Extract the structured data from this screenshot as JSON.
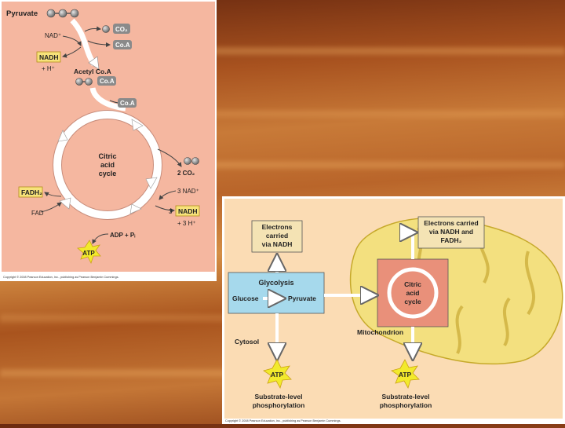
{
  "panel1": {
    "pyruvate": "Pyruvate",
    "nad_plus": "NAD⁺",
    "co2_top": "CO₂",
    "coa_1": "Co.A",
    "nadh_top": "NADH",
    "h_plus_top": "+ H⁺",
    "acetyl_coa": "Acetyl Co.A",
    "coa_2": "Co.A",
    "coa_3": "Co.A",
    "cycle_label": [
      "Citric",
      "acid",
      "cycle"
    ],
    "two_co2": "2 CO₂",
    "fadh2": "FADH₂",
    "three_nad": "3 NAD⁺",
    "fad": "FAD",
    "three": "3",
    "nadh_bottom": "NADH",
    "three_h": "+ 3 H⁺",
    "adp_pi": "ADP + Pᵢ",
    "atp": "ATP",
    "copyright": "Copyright © 2008 Pearson Education, Inc., publishing as Pearson Benjamin Cummings."
  },
  "panel2": {
    "electrons_nadh": [
      "Electrons",
      "carried",
      "via NADH"
    ],
    "electrons_nadh_fadh2": [
      "Electrons carried",
      "via NADH and",
      "FADH₂"
    ],
    "glycolysis": "Glycolysis",
    "glucose": "Glucose",
    "pyruvate": "Pyruvate",
    "cycle_label": [
      "Citric",
      "acid",
      "cycle"
    ],
    "mitochondrion": "Mitochondrion",
    "cytosol": "Cytosol",
    "atp_left": "ATP",
    "atp_right": "ATP",
    "substrate_left": [
      "Substrate-level",
      "phosphorylation"
    ],
    "substrate_right": [
      "Substrate-level",
      "phosphorylation"
    ],
    "copyright": "Copyright © 2008 Pearson Education, Inc., publishing as Pearson Benjamin Cummings."
  }
}
